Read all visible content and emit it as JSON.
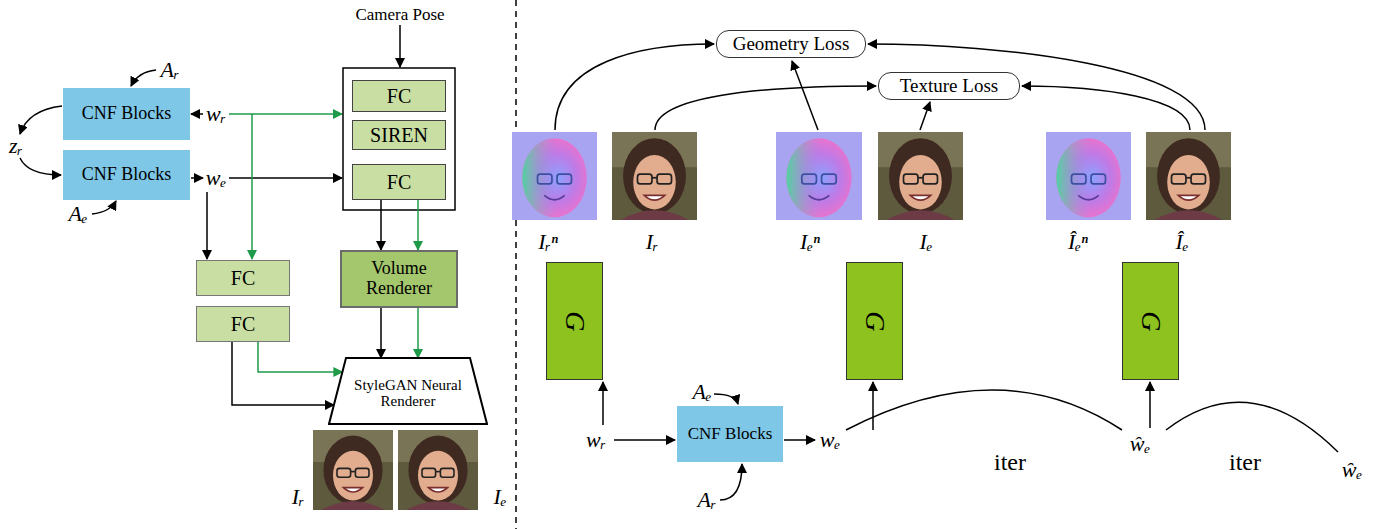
{
  "diagram": {
    "nodes": [
      {
        "text": [
          "CNF Blocks"
        ]
      },
      {
        "text": [
          "CNF Blocks"
        ]
      },
      {
        "text": [
          "FC"
        ]
      },
      {
        "text": [
          "SIREN"
        ]
      },
      {
        "text": [
          "FC"
        ]
      },
      {
        "text": [
          "Volume Renderer"
        ]
      },
      {
        "text": [
          "FC"
        ]
      },
      {
        "text": [
          "FC"
        ]
      },
      {
        "text": [
          "StyleGAN Neural Renderer"
        ]
      },
      {
        "text": [
          "Geometry Loss"
        ]
      },
      {
        "text": [
          "Texture Loss"
        ]
      },
      {
        "text": [
          "G"
        ]
      },
      {
        "text": [
          "G"
        ]
      },
      {
        "text": [
          "G"
        ]
      },
      {
        "text": [
          "CNF Blocks"
        ]
      }
    ],
    "edges": [
      {
        "from": 4,
        "to": 5,
        "arrow": "to"
      },
      {
        "from": 4,
        "to": 5,
        "arrow": "to"
      },
      {
        "from": 5,
        "to": 8,
        "arrow": "to"
      },
      {
        "from": 5,
        "to": 8,
        "arrow": "to"
      },
      {
        "from": 7,
        "to": 8,
        "arrow": "to"
      },
      {
        "from": 7,
        "to": 8,
        "arrow": "to"
      }
    ],
    "labels": [
      "Camera Pose",
      "Aᵣ",
      "zᵣ",
      "wᵣ",
      "Aₑ",
      "wₑ",
      "Iᵣ",
      "Iₑ",
      "Iᵣⁿ",
      "Iᵣ",
      "Iₑⁿ",
      "Iₑ",
      "Îₑⁿ",
      "Îₑ",
      "wᵣ",
      "Aₑ",
      "Aᵣ",
      "wₑ",
      "iter",
      "ŵₑ",
      "iter",
      "ŵₑ"
    ]
  }
}
